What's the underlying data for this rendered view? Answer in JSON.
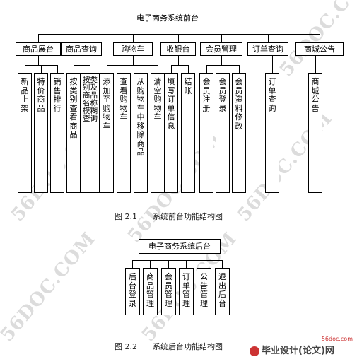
{
  "diagram1": {
    "root": "电子商务系统前台",
    "modules": [
      {
        "label": "商品展台",
        "children": [
          "新品上架",
          "特价商品",
          "销售排行"
        ]
      },
      {
        "label": "商品查询",
        "children": [
          "按类别查看商品",
          "按类别及商品名称模糊查询"
        ]
      },
      {
        "label": "购物车",
        "children": [
          "添加至购物车",
          "查看购物车",
          "从购物车中移除商品",
          "清空购物车"
        ]
      },
      {
        "label": "收银台",
        "children": [
          "填写订单信息",
          "结账"
        ]
      },
      {
        "label": "会员管理",
        "children": [
          "会员注册",
          "会员登录",
          "会员资料修改"
        ]
      },
      {
        "label": "订单查询",
        "children": [
          "订单查询"
        ]
      },
      {
        "label": "商城公告",
        "children": [
          "商城公告"
        ]
      }
    ],
    "caption_num": "图 2.1",
    "caption_text": "系统前台功能结构图"
  },
  "diagram2": {
    "root": "电子商务系统后台",
    "children": [
      "后台登录",
      "商品管理",
      "会员管理",
      "订单管理",
      "公告管理",
      "退出后台"
    ],
    "caption_num": "图 2.2",
    "caption_text": "系统后台功能结构图"
  },
  "watermark": "56DOC.COM",
  "logo": {
    "text": "毕业设计(论文)网",
    "url": "56doc.com"
  }
}
